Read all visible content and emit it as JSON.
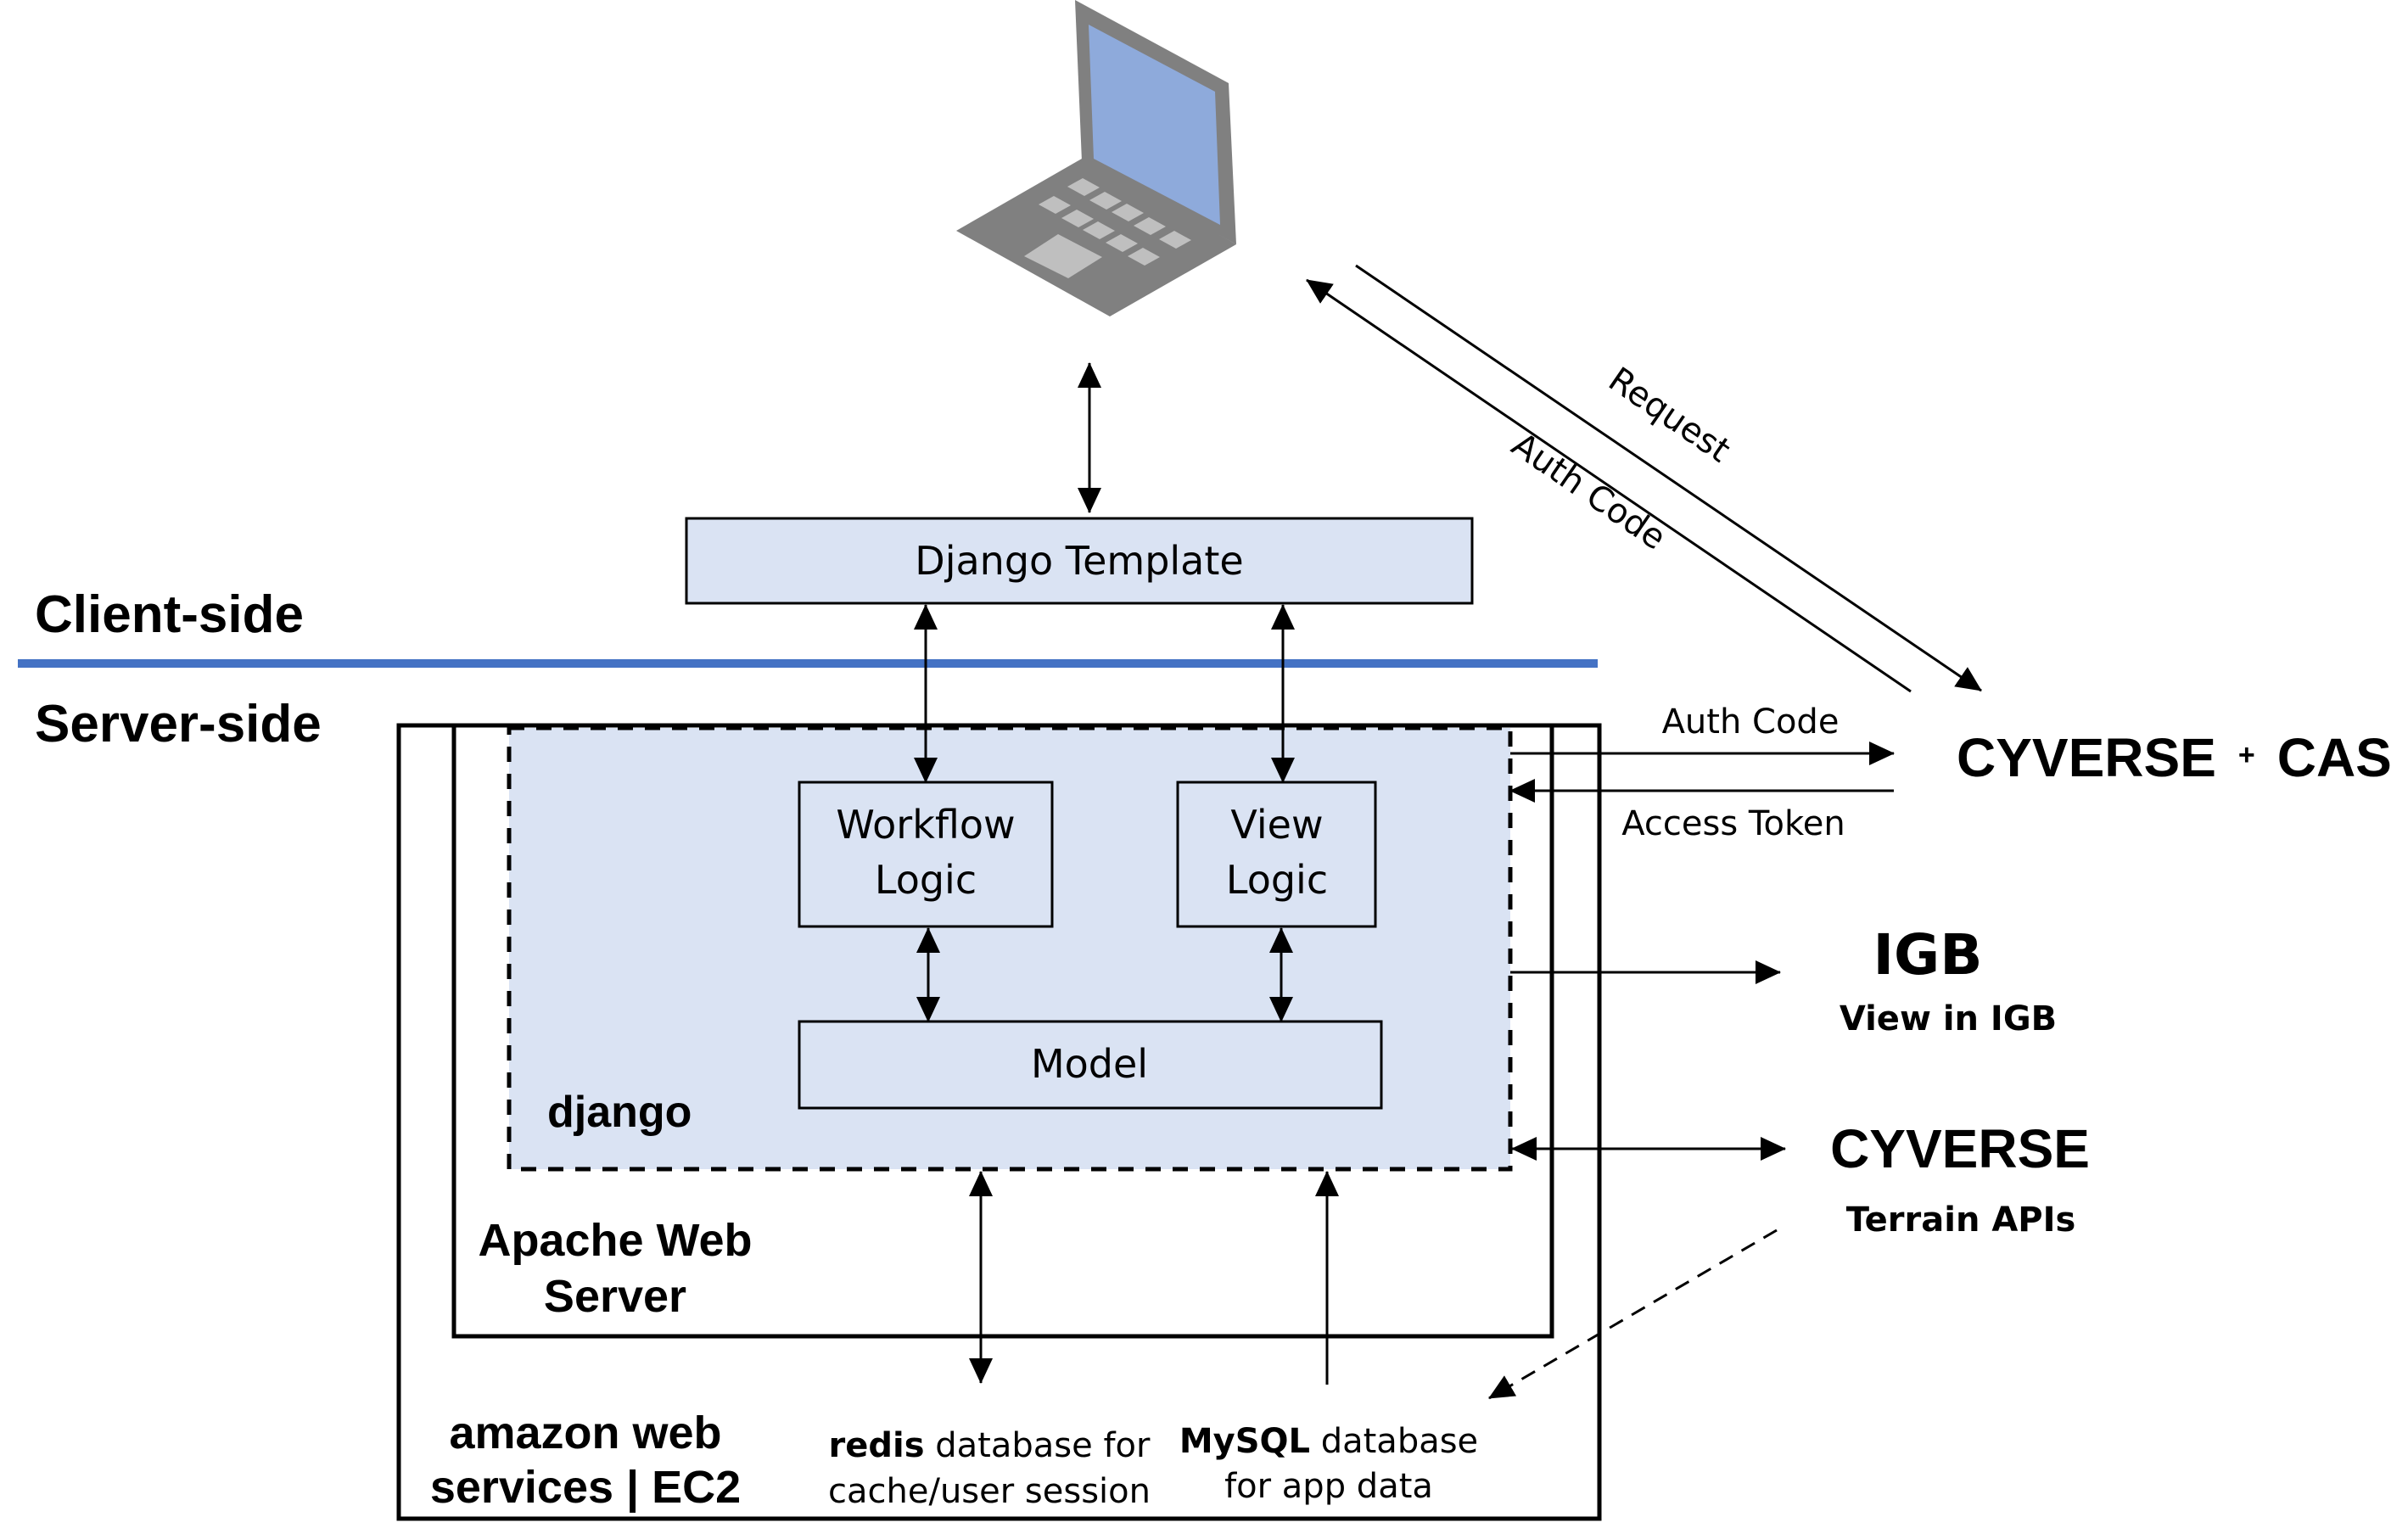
{
  "diagram": {
    "regions": {
      "client_side": "Client-side",
      "server_side": "Server-side"
    },
    "client_device": "laptop",
    "components": {
      "django_template": "Django Template",
      "workflow_logic": [
        "Workflow",
        "Logic"
      ],
      "view_logic": [
        "View",
        "Logic"
      ],
      "model": "Model",
      "django": "django",
      "apache": [
        "Apache Web",
        "Server"
      ],
      "aws": [
        "amazon web",
        "services | EC2"
      ]
    },
    "databases": {
      "redis": {
        "bold": "redis",
        "line1_rest": " database for",
        "line2": "cache/user session"
      },
      "mysql": {
        "bold": "MySQL",
        "line1_rest": " database",
        "line2": "for app data"
      }
    },
    "external": {
      "cyverse_cas": {
        "name": "CYVERSE",
        "plus": "+",
        "suffix": "CAS"
      },
      "igb": {
        "name": "IGB",
        "subtitle": "View in IGB"
      },
      "cyverse_terrain": {
        "name": "CYVERSE",
        "subtitle": "Terrain APIs"
      }
    },
    "flows": {
      "request": "Request",
      "auth_code_diagonal": "Auth Code",
      "auth_code": "Auth Code",
      "access_token": "Access Token"
    },
    "colors": {
      "box_fill": "#dae3f3",
      "divider": "#4472c4",
      "laptop_body": "#808080",
      "laptop_screen": "#8eaadb",
      "laptop_keys": "#bfbfbf",
      "stroke": "#000000"
    }
  }
}
